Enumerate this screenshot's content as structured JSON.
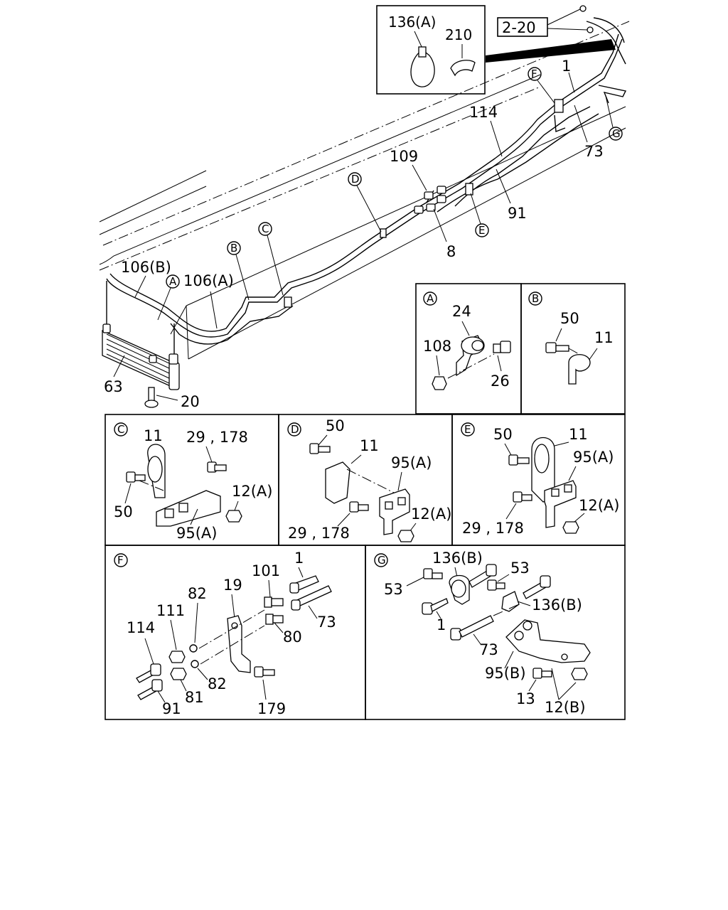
{
  "diagram": {
    "main_labels": {
      "ref_box": "2-20",
      "l_1": "1",
      "l_114": "114",
      "l_73": "73",
      "l_109": "109",
      "l_91": "91",
      "l_8": "8",
      "l_106b": "106(B)",
      "l_106a": "106(A)",
      "l_63": "63",
      "l_20": "20"
    },
    "inset_top": {
      "l_136a": "136(A)",
      "l_210": "210"
    },
    "callouts": {
      "A": "A",
      "B": "B",
      "C": "C",
      "D": "D",
      "E": "E",
      "F": "F",
      "G": "G"
    },
    "detail_A": {
      "tag": "A",
      "l_24": "24",
      "l_108": "108",
      "l_26": "26"
    },
    "detail_B": {
      "tag": "B",
      "l_50": "50",
      "l_11": "11"
    },
    "detail_C": {
      "tag": "C",
      "l_11": "11",
      "l_29_178": "29 , 178",
      "l_12a": "12(A)",
      "l_50": "50",
      "l_95a": "95(A)"
    },
    "detail_D": {
      "tag": "D",
      "l_50": "50",
      "l_11": "11",
      "l_95a": "95(A)",
      "l_12a": "12(A)",
      "l_29_178": "29 , 178"
    },
    "detail_E": {
      "tag": "E",
      "l_50": "50",
      "l_11": "11",
      "l_95a": "95(A)",
      "l_12a": "12(A)",
      "l_29_178": "29 , 178"
    },
    "detail_F": {
      "tag": "F",
      "l_1": "1",
      "l_101": "101",
      "l_19": "19",
      "l_82a": "82",
      "l_111": "111",
      "l_114": "114",
      "l_73": "73",
      "l_80": "80",
      "l_82b": "82",
      "l_81": "81",
      "l_91": "91",
      "l_179": "179"
    },
    "detail_G": {
      "tag": "G",
      "l_136b_top": "136(B)",
      "l_53a": "53",
      "l_53b": "53",
      "l_136b_side": "136(B)",
      "l_1": "1",
      "l_73": "73",
      "l_95b": "95(B)",
      "l_13": "13",
      "l_12b": "12(B)"
    }
  }
}
